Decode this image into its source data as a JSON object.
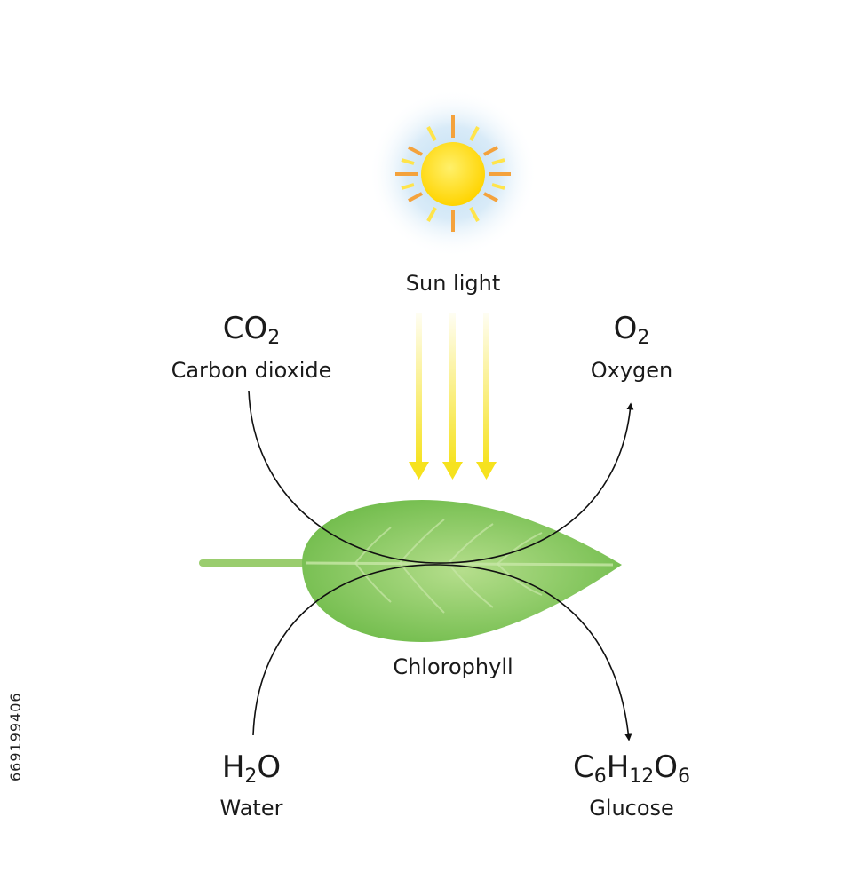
{
  "sun": {
    "label": "Sun light",
    "core_color": "#FFE010",
    "ray_colors": [
      "#F4A23C",
      "#FFE44A"
    ],
    "glow_color": "#CDE4F4"
  },
  "leaf": {
    "label": "Chlorophyll",
    "fill_light": "#A6D57A",
    "fill_dark": "#6DBA48",
    "stem_color": "#9ACD6E"
  },
  "inputs": {
    "co2": {
      "base": "CO",
      "sub": "2",
      "name": "Carbon dioxide"
    },
    "h2o": {
      "base1": "H",
      "sub": "2",
      "base2": "O",
      "name": "Water"
    }
  },
  "outputs": {
    "o2": {
      "base": "O",
      "sub": "2",
      "name": "Oxygen"
    },
    "glucose": {
      "c": "C",
      "c_sub": "6",
      "h": "H",
      "h_sub": "12",
      "o": "O",
      "o_sub": "6",
      "name": "Glucose"
    }
  },
  "light_arrow_color": "#F6E21E",
  "flow_line_color": "#111111",
  "side_id": "669199406"
}
